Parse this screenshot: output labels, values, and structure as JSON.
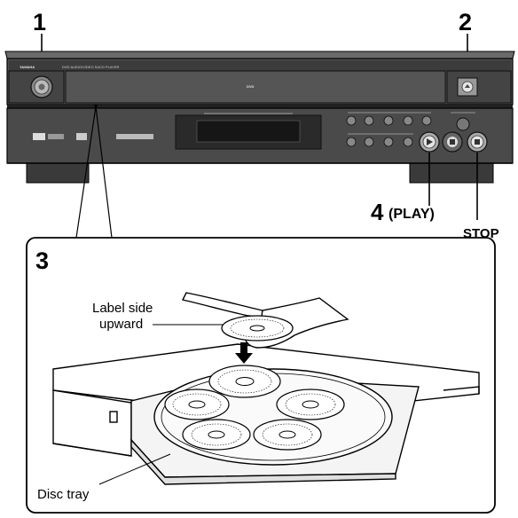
{
  "steps": {
    "s1": "1",
    "s2": "2",
    "s3": "3",
    "s4": "4"
  },
  "labels": {
    "play": "(PLAY)",
    "stop": "STOP",
    "label_side_line1": "Label side",
    "label_side_line2": "upward",
    "disc_tray": "Disc tray"
  },
  "device": {
    "brand": "YAMAHA",
    "model_text": "DVD AUDIO/VIDEO SACD PLAYER",
    "dvd_logo": "DVD"
  },
  "colors": {
    "panel": "#4a4a4a",
    "panel_dark": "#2e2e2e",
    "line": "#000000",
    "highlight": "#d8d8d8"
  }
}
